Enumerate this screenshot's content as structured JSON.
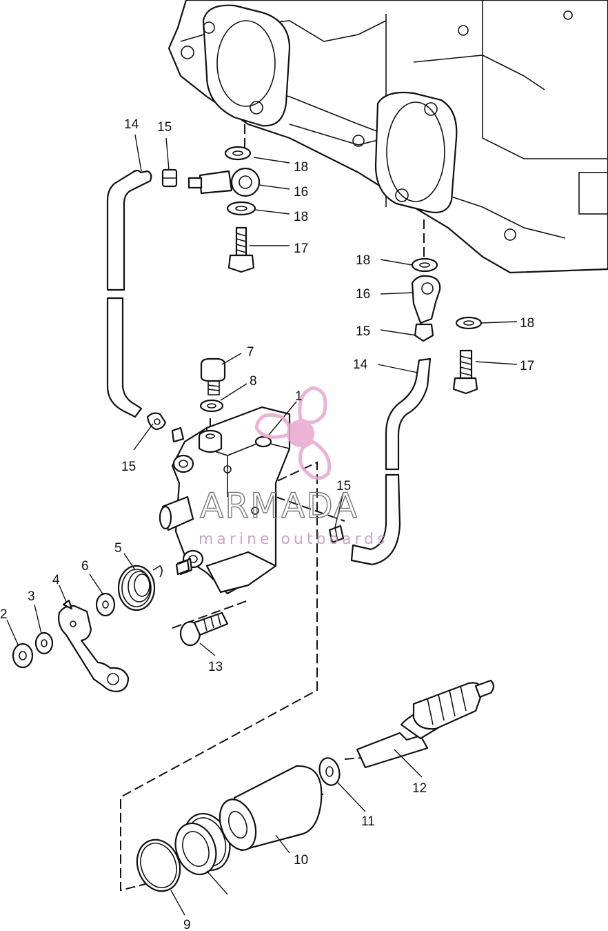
{
  "callouts": {
    "c1": "1",
    "c2": "2",
    "c3": "3",
    "c4": "4",
    "c5": "5",
    "c6": "6",
    "c7": "7",
    "c8": "8",
    "c9": "9",
    "c10": "10",
    "c11": "11",
    "c12": "12",
    "c13": "13",
    "c14a": "14",
    "c14b": "14",
    "c15a": "15",
    "c15b": "15",
    "c15c": "15",
    "c15d": "15",
    "c16a": "16",
    "c16b": "16",
    "c17a": "17",
    "c17b": "17",
    "c18a": "18",
    "c18b": "18",
    "c18c": "18",
    "c18d": "18"
  },
  "watermark": {
    "brand": "ARMADA",
    "tagline": "marine outboards",
    "accent_color": "#e8a6cf"
  }
}
